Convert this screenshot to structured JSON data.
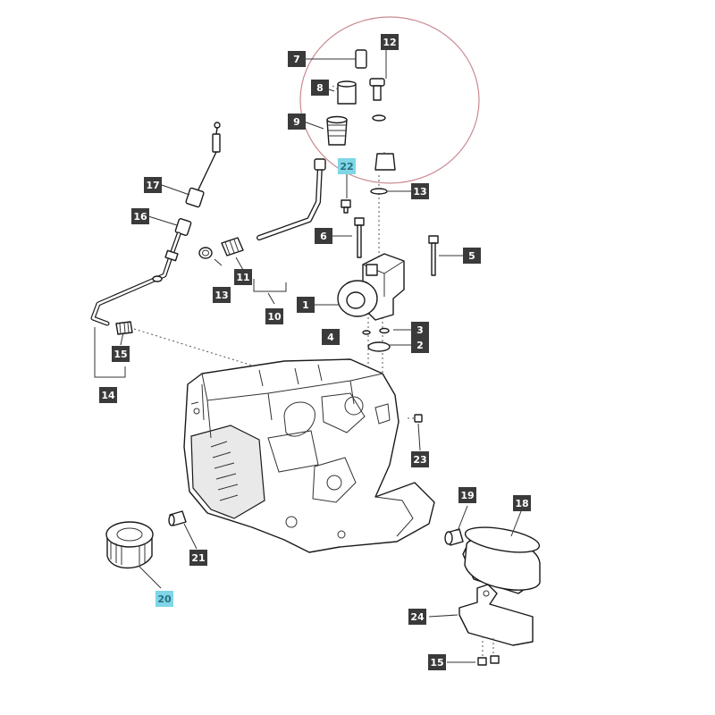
{
  "callouts": [
    {
      "label": "7",
      "highlight": false
    },
    {
      "label": "8",
      "highlight": false
    },
    {
      "label": "9",
      "highlight": false
    },
    {
      "label": "12",
      "highlight": false
    },
    {
      "label": "13",
      "highlight": false
    },
    {
      "label": "22",
      "highlight": true
    },
    {
      "label": "17",
      "highlight": false
    },
    {
      "label": "16",
      "highlight": false
    },
    {
      "label": "6",
      "highlight": false
    },
    {
      "label": "5",
      "highlight": false
    },
    {
      "label": "13",
      "highlight": false
    },
    {
      "label": "11",
      "highlight": false
    },
    {
      "label": "1",
      "highlight": false
    },
    {
      "label": "10",
      "highlight": false
    },
    {
      "label": "3",
      "highlight": false
    },
    {
      "label": "4",
      "highlight": false
    },
    {
      "label": "2",
      "highlight": false
    },
    {
      "label": "15",
      "highlight": false
    },
    {
      "label": "14",
      "highlight": false
    },
    {
      "label": "23",
      "highlight": false
    },
    {
      "label": "19",
      "highlight": false
    },
    {
      "label": "18",
      "highlight": false
    },
    {
      "label": "21",
      "highlight": false
    },
    {
      "label": "20",
      "highlight": true
    },
    {
      "label": "24",
      "highlight": false
    },
    {
      "label": "15",
      "highlight": false
    }
  ],
  "colors": {
    "callout_fill": "#3a3a3a",
    "callout_highlight_fill": "#7fd6e6",
    "detail_circle": "#c98a92",
    "line": "#1a1a1a"
  }
}
